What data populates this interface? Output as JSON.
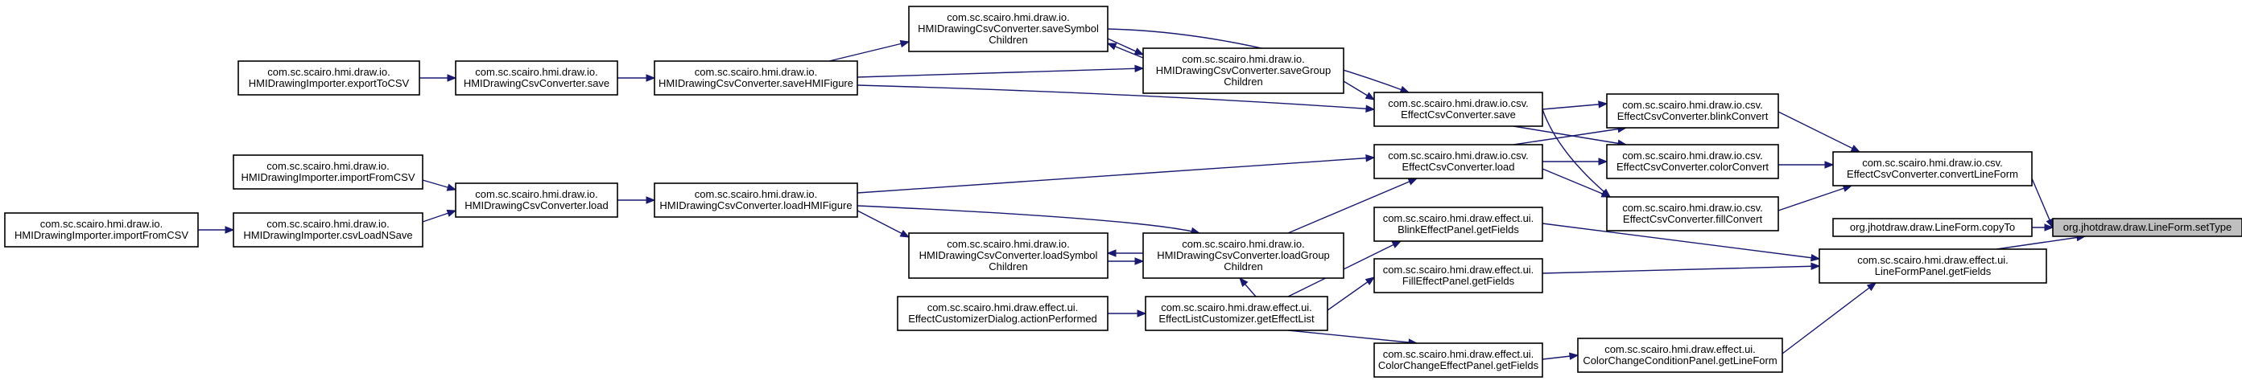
{
  "graph": {
    "colors": {
      "edge": "#191970",
      "node_border": "#000000",
      "node_fill": "#ffffff",
      "highlight_fill": "#bfbfbf"
    },
    "nodes": {
      "setType": {
        "lines": [
          "org.jhotdraw.draw.LineForm.setType"
        ],
        "highlight": true
      },
      "convertLineForm": {
        "lines": [
          "com.sc.scairo.hmi.draw.io.csv.",
          "EffectCsvConverter.convertLineForm"
        ]
      },
      "copyTo": {
        "lines": [
          "org.jhotdraw.draw.LineForm.copyTo"
        ]
      },
      "lineFormPanelGetFields": {
        "lines": [
          "com.sc.scairo.hmi.draw.effect.ui.",
          "LineFormPanel.getFields"
        ]
      },
      "blinkConvert": {
        "lines": [
          "com.sc.scairo.hmi.draw.io.csv.",
          "EffectCsvConverter.blinkConvert"
        ]
      },
      "colorConvert": {
        "lines": [
          "com.sc.scairo.hmi.draw.io.csv.",
          "EffectCsvConverter.colorConvert"
        ]
      },
      "fillConvert": {
        "lines": [
          "com.sc.scairo.hmi.draw.io.csv.",
          "EffectCsvConverter.fillConvert"
        ]
      },
      "csvSave": {
        "lines": [
          "com.sc.scairo.hmi.draw.io.csv.",
          "EffectCsvConverter.save"
        ]
      },
      "csvLoad": {
        "lines": [
          "com.sc.scairo.hmi.draw.io.csv.",
          "EffectCsvConverter.load"
        ]
      },
      "saveSymbolChildren": {
        "lines": [
          "com.sc.scairo.hmi.draw.io.",
          "HMIDrawingCsvConverter.saveSymbol",
          "Children"
        ]
      },
      "saveGroupChildren": {
        "lines": [
          "com.sc.scairo.hmi.draw.io.",
          "HMIDrawingCsvConverter.saveGroup",
          "Children"
        ]
      },
      "saveHMIFigure": {
        "lines": [
          "com.sc.scairo.hmi.draw.io.",
          "HMIDrawingCsvConverter.saveHMIFigure"
        ]
      },
      "converterSave": {
        "lines": [
          "com.sc.scairo.hmi.draw.io.",
          "HMIDrawingCsvConverter.save"
        ]
      },
      "exportToCSV": {
        "lines": [
          "com.sc.scairo.hmi.draw.io.",
          "HMIDrawingImporter.exportToCSV"
        ]
      },
      "loadHMIFigure": {
        "lines": [
          "com.sc.scairo.hmi.draw.io.",
          "HMIDrawingCsvConverter.loadHMIFigure"
        ]
      },
      "converterLoad": {
        "lines": [
          "com.sc.scairo.hmi.draw.io.",
          "HMIDrawingCsvConverter.load"
        ]
      },
      "importFromCSV": {
        "lines": [
          "com.sc.scairo.hmi.draw.io.",
          "HMIDrawingImporter.importFromCSV"
        ]
      },
      "csvLoadNSave": {
        "lines": [
          "com.sc.scairo.hmi.draw.io.",
          "HMIDrawingImporter.csvLoadNSave"
        ]
      },
      "importFromCSVRoot": {
        "lines": [
          "com.sc.scairo.hmi.draw.io.",
          "HMIDrawingImporter.importFromCSV"
        ]
      },
      "loadSymbolChildren": {
        "lines": [
          "com.sc.scairo.hmi.draw.io.",
          "HMIDrawingCsvConverter.loadSymbol",
          "Children"
        ]
      },
      "loadGroupChildren": {
        "lines": [
          "com.sc.scairo.hmi.draw.io.",
          "HMIDrawingCsvConverter.loadGroup",
          "Children"
        ]
      },
      "blinkEffectPanel": {
        "lines": [
          "com.sc.scairo.hmi.draw.effect.ui.",
          "BlinkEffectPanel.getFields"
        ]
      },
      "fillEffectPanel": {
        "lines": [
          "com.sc.scairo.hmi.draw.effect.ui.",
          "FillEffectPanel.getFields"
        ]
      },
      "colorChangeEffectPanel": {
        "lines": [
          "com.sc.scairo.hmi.draw.effect.ui.",
          "ColorChangeEffectPanel.getFields"
        ]
      },
      "colorChangeConditionPanel": {
        "lines": [
          "com.sc.scairo.hmi.draw.effect.ui.",
          "ColorChangeConditionPanel.getLineForm"
        ]
      },
      "effectListCustomizer": {
        "lines": [
          "com.sc.scairo.hmi.draw.effect.ui.",
          "EffectListCustomizer.getEffectList"
        ]
      },
      "actionPerformed": {
        "lines": [
          "com.sc.scairo.hmi.draw.effect.ui.",
          "EffectCustomizerDialog.actionPerformed"
        ]
      }
    }
  }
}
